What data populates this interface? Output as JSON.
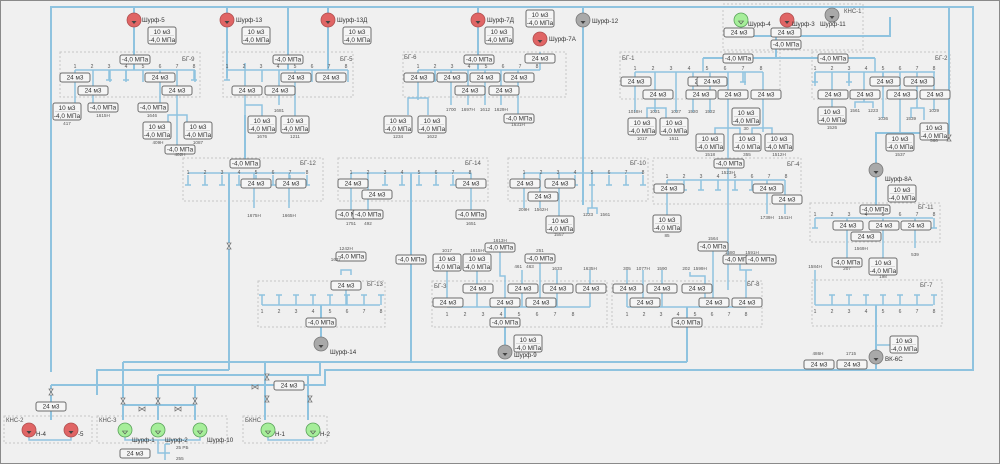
{
  "labels": {
    "vol24": "24 м3",
    "vol10": "10 м3",
    "press": "-4,0 МПа"
  },
  "stations": {
    "kns1": "КНС-1",
    "kns2": "КНС-2",
    "kns3": "КНС-3",
    "bkns": "БКНС"
  },
  "pumps": [
    {
      "id": "p5",
      "name": "Шурф-5",
      "status": "red"
    },
    {
      "id": "p13",
      "name": "Шурф-13",
      "status": "red"
    },
    {
      "id": "p13d",
      "name": "Шурф-13Д",
      "status": "red"
    },
    {
      "id": "p7d",
      "name": "Шурф-7Д",
      "status": "red"
    },
    {
      "id": "p7a",
      "name": "Шурф-7А",
      "status": "red"
    },
    {
      "id": "p12",
      "name": "Шурф-12",
      "status": "grey"
    },
    {
      "id": "p4",
      "name": "Шурф-4",
      "status": "green"
    },
    {
      "id": "p3",
      "name": "Шурф-3",
      "status": "red"
    },
    {
      "id": "p11",
      "name": "Шурф-11",
      "status": "grey"
    },
    {
      "id": "p8a",
      "name": "Шурф-8А",
      "status": "grey"
    },
    {
      "id": "p14",
      "name": "Шурф-14",
      "status": "grey"
    },
    {
      "id": "p9",
      "name": "Шурф-9",
      "status": "grey"
    },
    {
      "id": "vk6c",
      "name": "ВК-6С",
      "status": "grey"
    },
    {
      "id": "h4",
      "name": "Н-4",
      "status": "red"
    },
    {
      "id": "h5",
      "name": "-5",
      "status": "red"
    },
    {
      "id": "s1",
      "name": "Шурф-1",
      "status": "green"
    },
    {
      "id": "s2",
      "name": "Шурф-2",
      "status": "green"
    },
    {
      "id": "s10",
      "name": "Шурф-10",
      "status": "green"
    },
    {
      "id": "n1",
      "name": "Н-1",
      "status": "green"
    },
    {
      "id": "n2",
      "name": "Н-2",
      "status": "green"
    }
  ],
  "groups": {
    "bg9": "БГ-9",
    "bg5": "БГ-5",
    "bg6": "БГ-6",
    "bg1": "БГ-1",
    "bg2": "БГ-2",
    "bg12": "БГ-12",
    "bg14": "БГ-14",
    "bg10": "БГ-10",
    "bg4": "БГ-4",
    "bg11": "БГ-11",
    "bg13": "БГ-13",
    "bg3": "БГ-3",
    "bg8": "БГ-8",
    "bg7": "БГ-7"
  },
  "ports": [
    "1",
    "2",
    "3",
    "4",
    "5",
    "6",
    "7",
    "8"
  ],
  "wells": {
    "w417": "417",
    "w1615n": "1615Н",
    "w1646": "1646",
    "w409n": "409Н",
    "w1087": "1087",
    "w402n": "402Н",
    "w1681": "1681",
    "w1676": "1676",
    "w1211": "1211",
    "w1700": "1700",
    "w1697n": "1697Н",
    "w1612": "1612",
    "w1629n": "1629Н",
    "w1631n": "1631Н",
    "w1234": "1234",
    "w1622": "1622",
    "w1018n": "1018Н",
    "w1021": "1021",
    "w1027": "1027",
    "w1520": "1520",
    "w1522": "1522",
    "w1017a": "1017",
    "w1511": "1511",
    "w30": "30",
    "w1518": "1518",
    "w355": "355",
    "w1512n": "1512Н",
    "w1561": "1561",
    "w1223": "1223",
    "w1036": "1036",
    "w1539": "1539",
    "w1029": "1029",
    "w1526": "1526",
    "w566": "566",
    "w1537": "1537",
    "w1675n": "1675Н",
    "w1665n": "1665Н",
    "w1751": "1751",
    "w492": "492",
    "w1651": "1651",
    "w209n": "209Н",
    "w1562n": "1562Н",
    "w1223b": "1223",
    "w1561b": "1561",
    "w1557": "1557",
    "w1523n": "1523Н",
    "w1739n": "1739Н",
    "w1541n": "1541Н",
    "w85": "85",
    "w1569n": "1569Н",
    "w539": "539",
    "w207": "207",
    "w198": "198",
    "w1584n": "1584Н",
    "w1242n": "1242Н",
    "w1637": "1637",
    "w1017b": "1017",
    "w1615nb": "1615Н",
    "w1613n": "1613Н",
    "w251": "251",
    "w461": "461",
    "w463": "463",
    "w1633": "1633",
    "w1635n": "1635Н",
    "w305": "305",
    "w1077n": "1077Н",
    "w1590": "1590",
    "w202": "202",
    "w1599n": "1599Н",
    "w1564": "1564",
    "w1580": "1580",
    "w1591n": "1591Н",
    "w486n": "486Н",
    "w1715": "1715",
    "w25rs": "25 РБ",
    "w255": "255"
  }
}
